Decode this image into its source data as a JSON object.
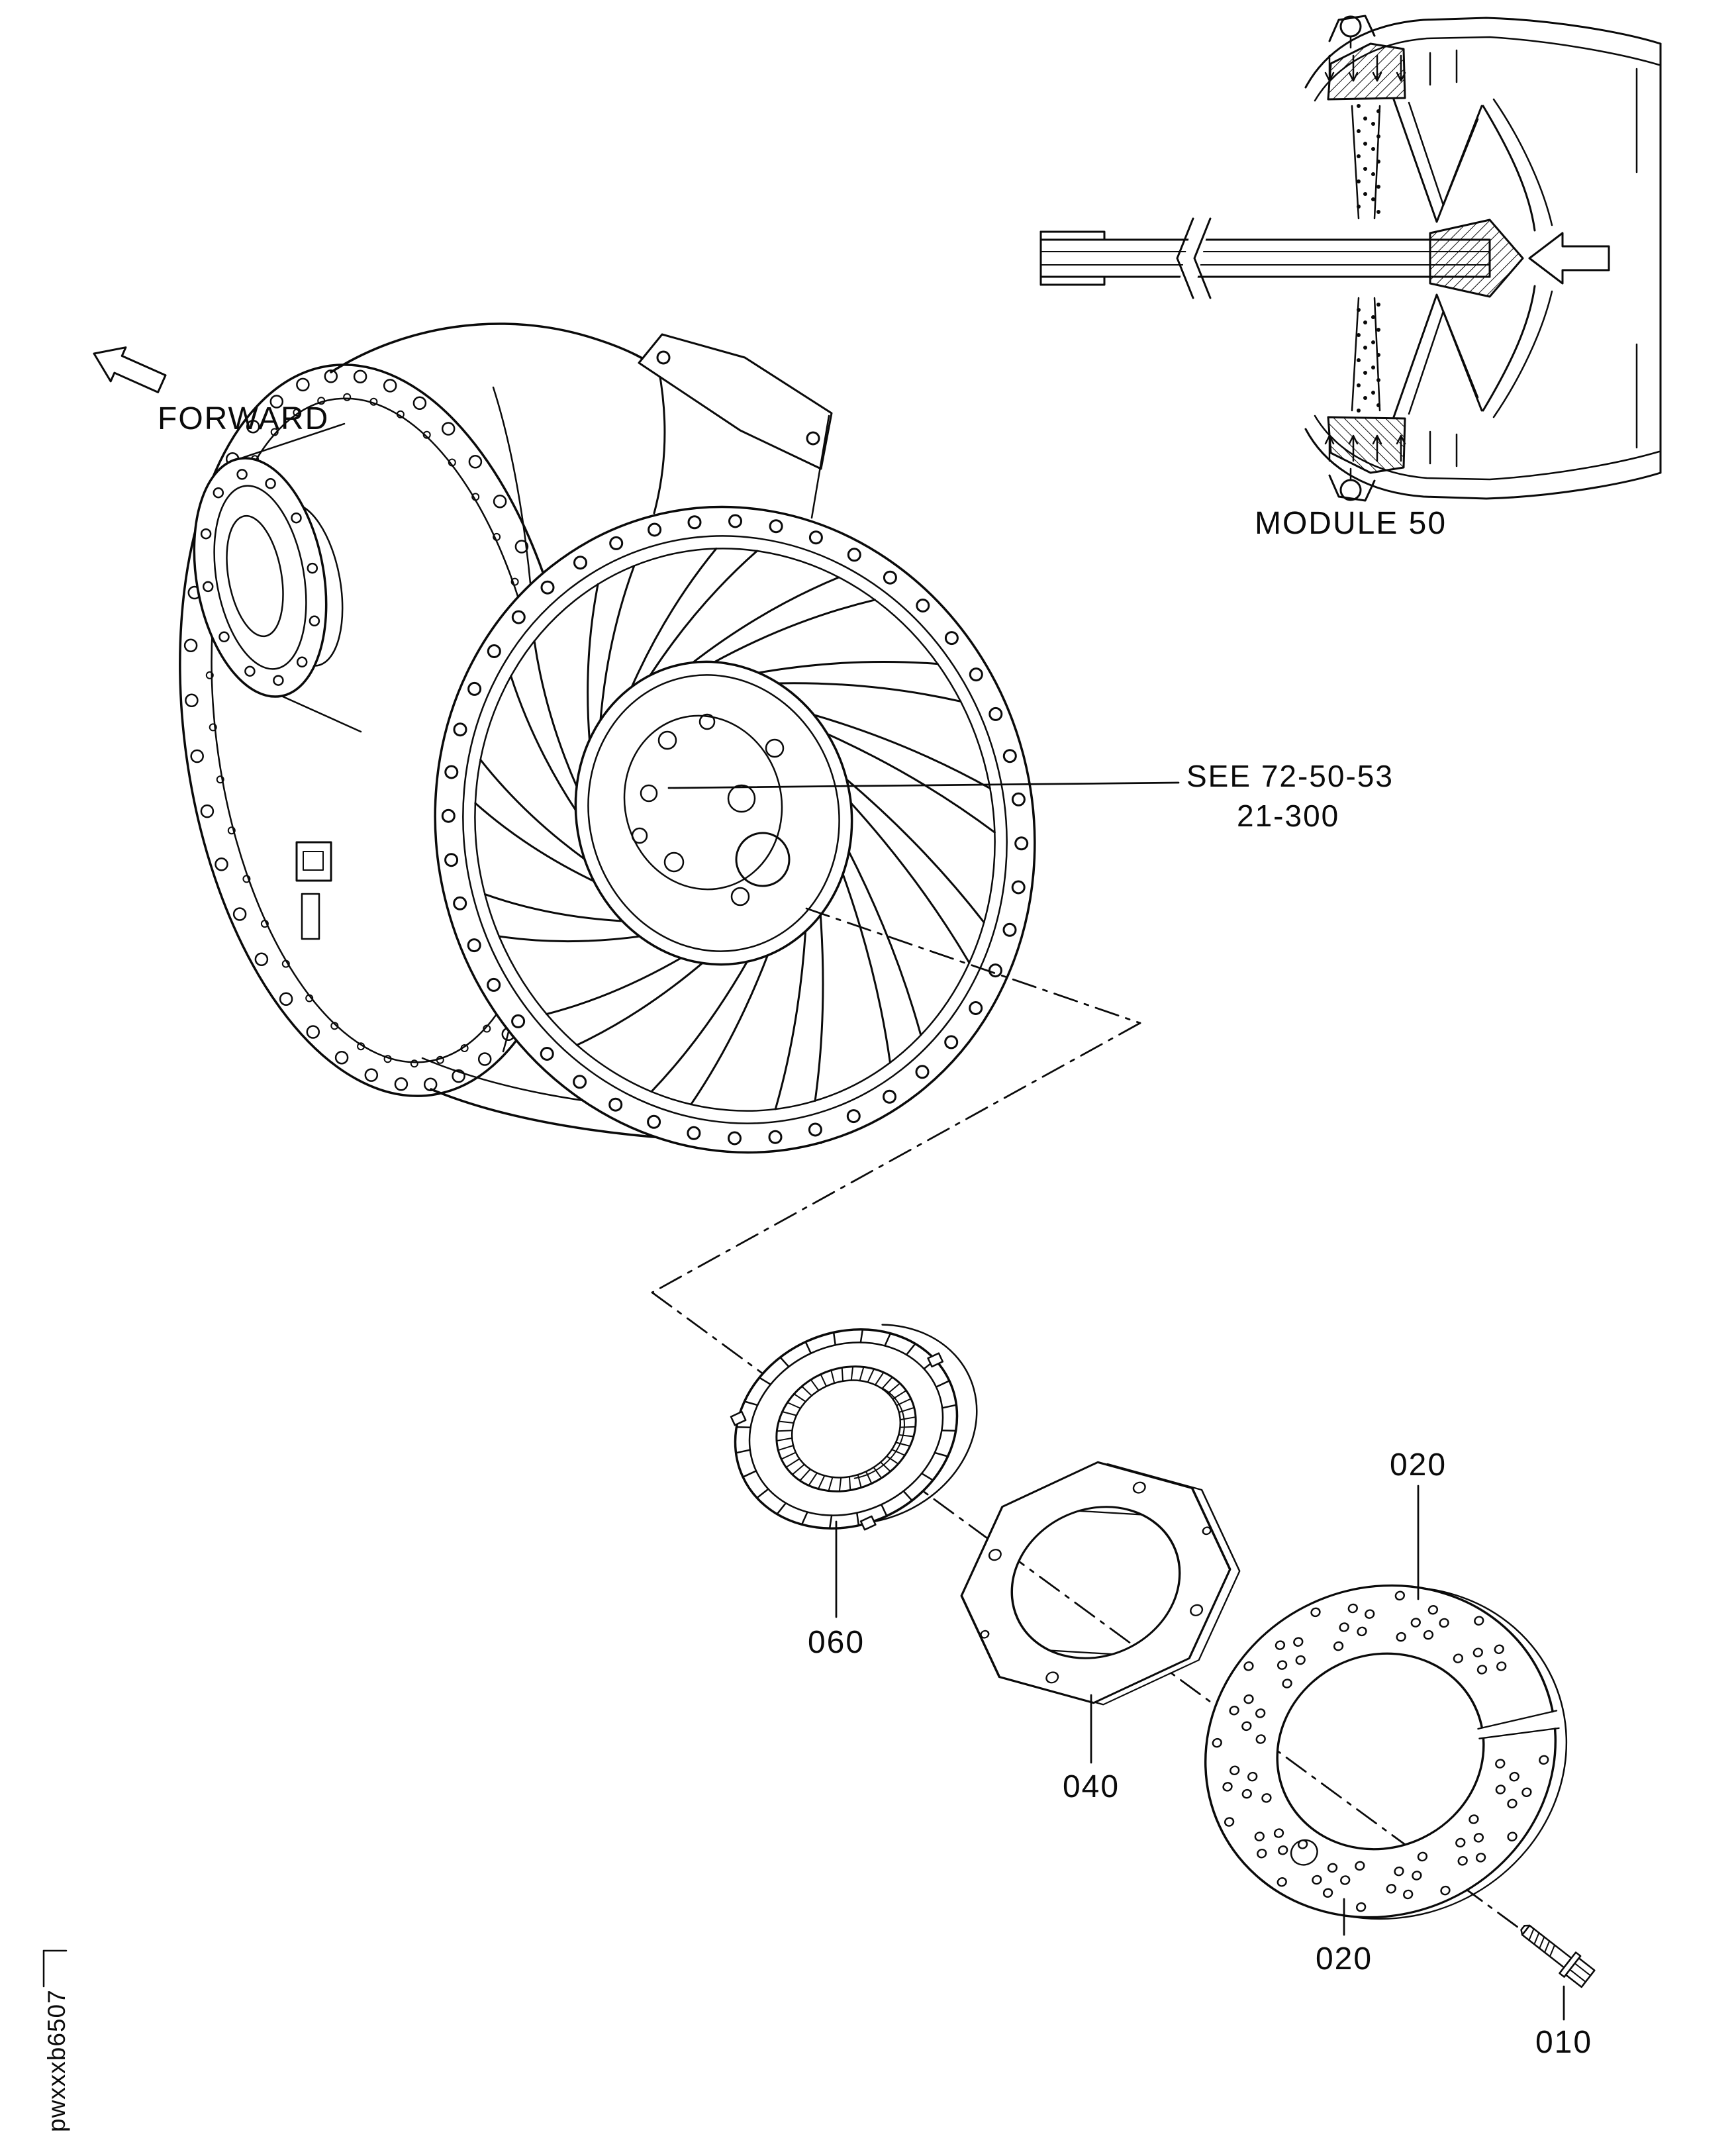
{
  "colors": {
    "ink": "#0a0a0a",
    "bg": "#ffffff"
  },
  "labels": {
    "forward": "FORWARD",
    "module_inset": "MODULE 50",
    "see_ref_line1": "SEE 72-50-53",
    "see_ref_line2": "21-300",
    "doc_code": "pwxxxb6507"
  },
  "parts": {
    "bearing": "060",
    "plate": "040",
    "disc_top": "020",
    "disc_bottom": "020",
    "bolt": "010"
  }
}
